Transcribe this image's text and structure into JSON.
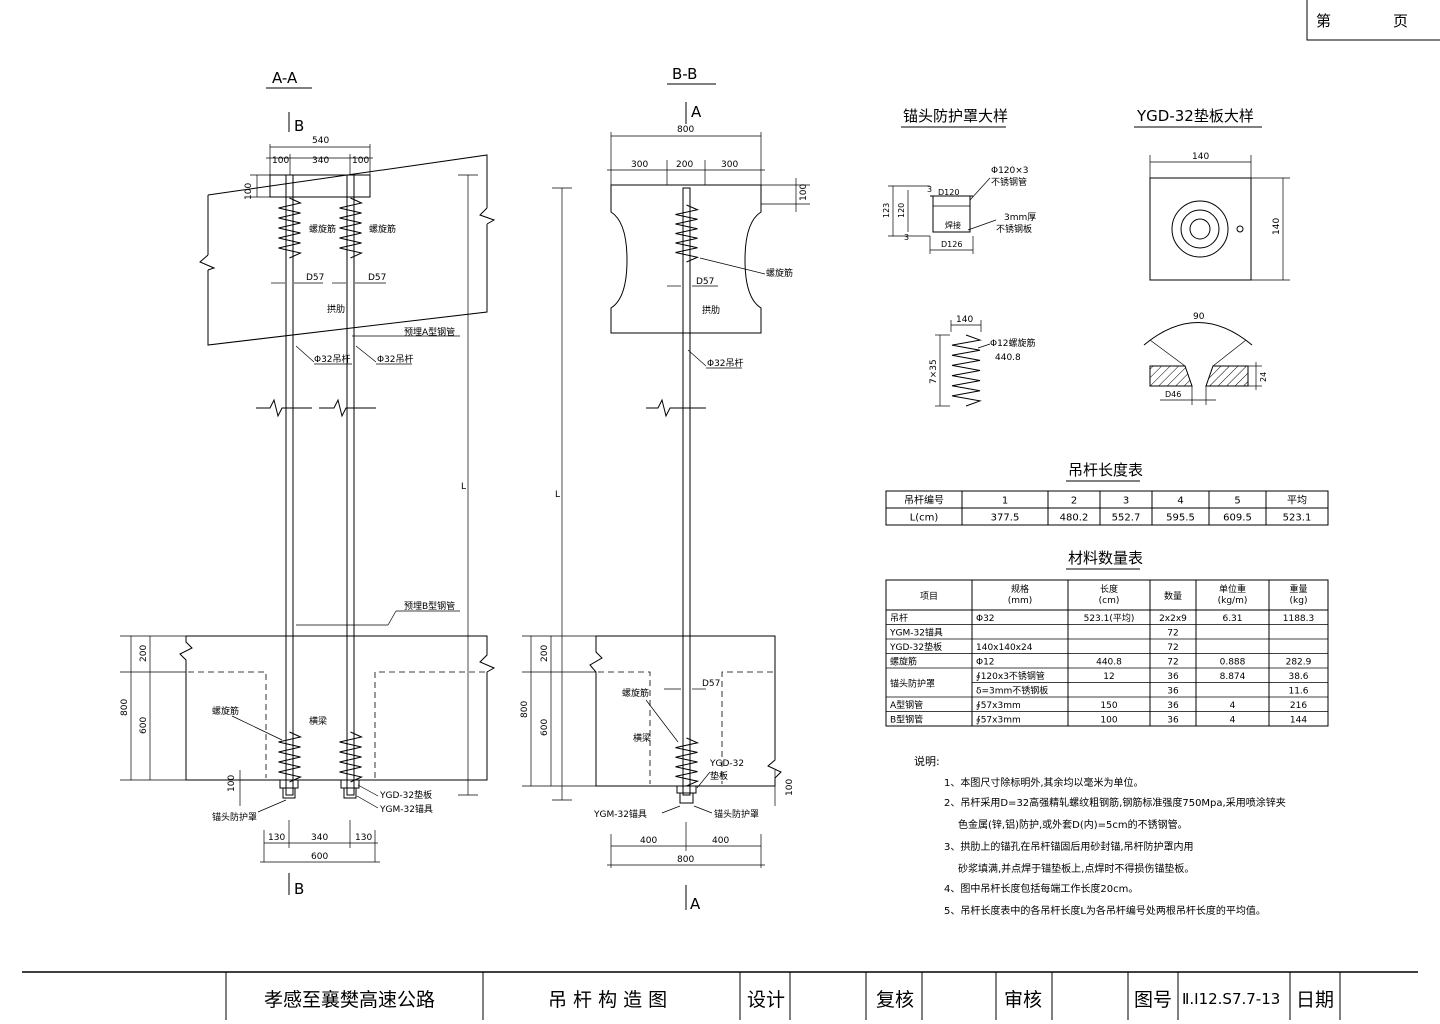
{
  "page_box": {
    "left": "第",
    "right": "页"
  },
  "sections": {
    "aa": {
      "title": "A-A",
      "cut_top": "B",
      "cut_bottom": "B"
    },
    "bb": {
      "title": "B-B",
      "cut_top": "A",
      "cut_bottom": "A"
    }
  },
  "dims": {
    "aa_top_total": "540",
    "aa_top_left": "100",
    "aa_top_mid": "340",
    "aa_top_right": "100",
    "aa_top_h": "100",
    "aa_pipe_left": "D57",
    "aa_pipe_right": "D57",
    "aa_base_left": "200",
    "aa_base_total": "800",
    "aa_base_mid": "600",
    "aa_bot_100": "100",
    "aa_bot_left": "130",
    "aa_bot_mid": "340",
    "aa_bot_right": "130",
    "aa_bot_total": "600",
    "aa_L": "L",
    "bb_top_total": "800",
    "bb_top_left": "300",
    "bb_top_mid": "200",
    "bb_top_right": "300",
    "bb_top_h": "100",
    "bb_pipe": "D57",
    "bb_pipe_low": "D57",
    "bb_base_left": "200",
    "bb_base_total": "800",
    "bb_base_mid": "600",
    "bb_bot_100": "100",
    "bb_bot_left": "400",
    "bb_bot_right": "400",
    "bb_bot_total": "800",
    "bb_L": "L"
  },
  "labels": {
    "aa_spiral_left": "螺旋筋",
    "aa_spiral_right": "螺旋筋",
    "aa_rib": "拱肋",
    "aa_pipe_a": "预埋A型钢管",
    "aa_rod_left": "Φ32吊杆",
    "aa_rod_right": "Φ32吊杆",
    "aa_pipe_b": "预埋B型钢管",
    "aa_spiral_low": "螺旋筋",
    "aa_beam": "横梁",
    "aa_cover": "锚头防护罩",
    "aa_plate": "YGD-32垫板",
    "aa_anchor": "YGM-32锚具",
    "bb_spiral": "螺旋筋",
    "bb_rib": "拱肋",
    "bb_rod": "Φ32吊杆",
    "bb_spiral_low": "螺旋筋",
    "bb_beam": "横梁",
    "bb_plate_1": "YGD-32",
    "bb_plate_2": "垫板",
    "bb_anchor": "YGM-32锚具",
    "bb_cover": "锚头防护罩"
  },
  "details": {
    "cover_title": "锚头防护罩大样",
    "plate_title": "YGD-32垫板大样",
    "cover_pipe": "Φ120×3",
    "cover_pipe_mat": "不锈钢管",
    "cover_d_in": "D120",
    "cover_weld": "焊接",
    "cover_plate": "3mm厚",
    "cover_plate_mat": "不锈钢板",
    "cover_d_out": "D126",
    "cover_h": "123",
    "cover_h2": "120",
    "cover_t1": "3",
    "cover_t2": "3",
    "spiral_w": "140",
    "spiral_bar": "Φ12螺旋筋",
    "spiral_len": "440.8",
    "spiral_h": "7×35",
    "plate_w": "140",
    "plate_h": "140",
    "plate_angle": "90",
    "plate_d": "D46",
    "plate_t": "24"
  },
  "length_table": {
    "title": "吊杆长度表",
    "header": [
      "吊杆编号",
      "1",
      "2",
      "3",
      "4",
      "5",
      "平均"
    ],
    "row": [
      "L(cm)",
      "377.5",
      "480.2",
      "552.7",
      "595.5",
      "609.5",
      "523.1"
    ]
  },
  "material_table": {
    "title": "材料数量表",
    "header": [
      [
        "项目"
      ],
      [
        "规格",
        "(mm)"
      ],
      [
        "长度",
        "(cm)"
      ],
      [
        "数量"
      ],
      [
        "单位重",
        "(kg/m)"
      ],
      [
        "重量",
        "(kg)"
      ]
    ],
    "rows": [
      [
        "吊杆",
        "Φ32",
        "523.1(平均)",
        "2x2x9",
        "6.31",
        "1188.3"
      ],
      [
        "YGM-32锚具",
        "",
        "",
        "72",
        "",
        ""
      ],
      [
        "YGD-32垫板",
        "140x140x24",
        "",
        "72",
        "",
        ""
      ],
      [
        "螺旋筋",
        "Φ12",
        "440.8",
        "72",
        "0.888",
        "282.9"
      ],
      [
        "锚头防护罩",
        "∮120x3不锈钢管",
        "12",
        "36",
        "8.874",
        "38.6"
      ],
      [
        "",
        "δ=3mm不锈钢板",
        "",
        "36",
        "",
        "11.6"
      ],
      [
        "A型钢管",
        "∮57x3mm",
        "150",
        "36",
        "4",
        "216"
      ],
      [
        "B型钢管",
        "∮57x3mm",
        "100",
        "36",
        "4",
        "144"
      ]
    ]
  },
  "notes": {
    "title": "说明:",
    "lines": [
      "1、本图尺寸除标明外,其余均以毫米为单位。",
      "2、吊杆采用D=32高强精轧螺纹粗钢筋,钢筋标准强度750Mpa,采用喷涂锌夹",
      "色金属(锌,铝)防护,或外套D(内)=5cm的不锈钢管。",
      "3、拱肋上的锚孔在吊杆锚固后用砂封锚,吊杆防护罩内用",
      "砂浆填满,并点焊于锚垫板上,点焊时不得损伤锚垫板。",
      "4、图中吊杆长度包括每端工作长度20cm。",
      "5、吊杆长度表中的各吊杆长度L为各吊杆编号处两根吊杆长度的平均值。"
    ]
  },
  "title_block": {
    "project": "孝感至襄樊高速公路",
    "drawing": "吊 杆 构 造 图",
    "design": "设计",
    "check": "复核",
    "review": "审核",
    "no_label": "图号",
    "no_value": "Ⅱ.Ⅰ12.S7.7-13",
    "date": "日期"
  }
}
